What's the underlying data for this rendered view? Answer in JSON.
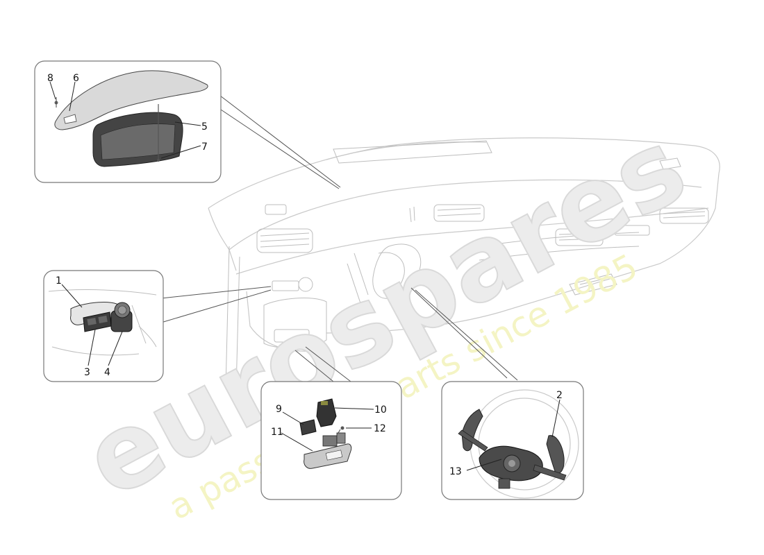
{
  "watermark": {
    "brand": "eurospares",
    "tagline": "a passion for parts since 1985"
  },
  "callouts": {
    "c1": "1",
    "c2": "2",
    "c3": "3",
    "c4": "4",
    "c5": "5",
    "c6": "6",
    "c7": "7",
    "c8": "8",
    "c9": "9",
    "c10": "10",
    "c11": "11",
    "c12": "12",
    "c13": "13"
  }
}
